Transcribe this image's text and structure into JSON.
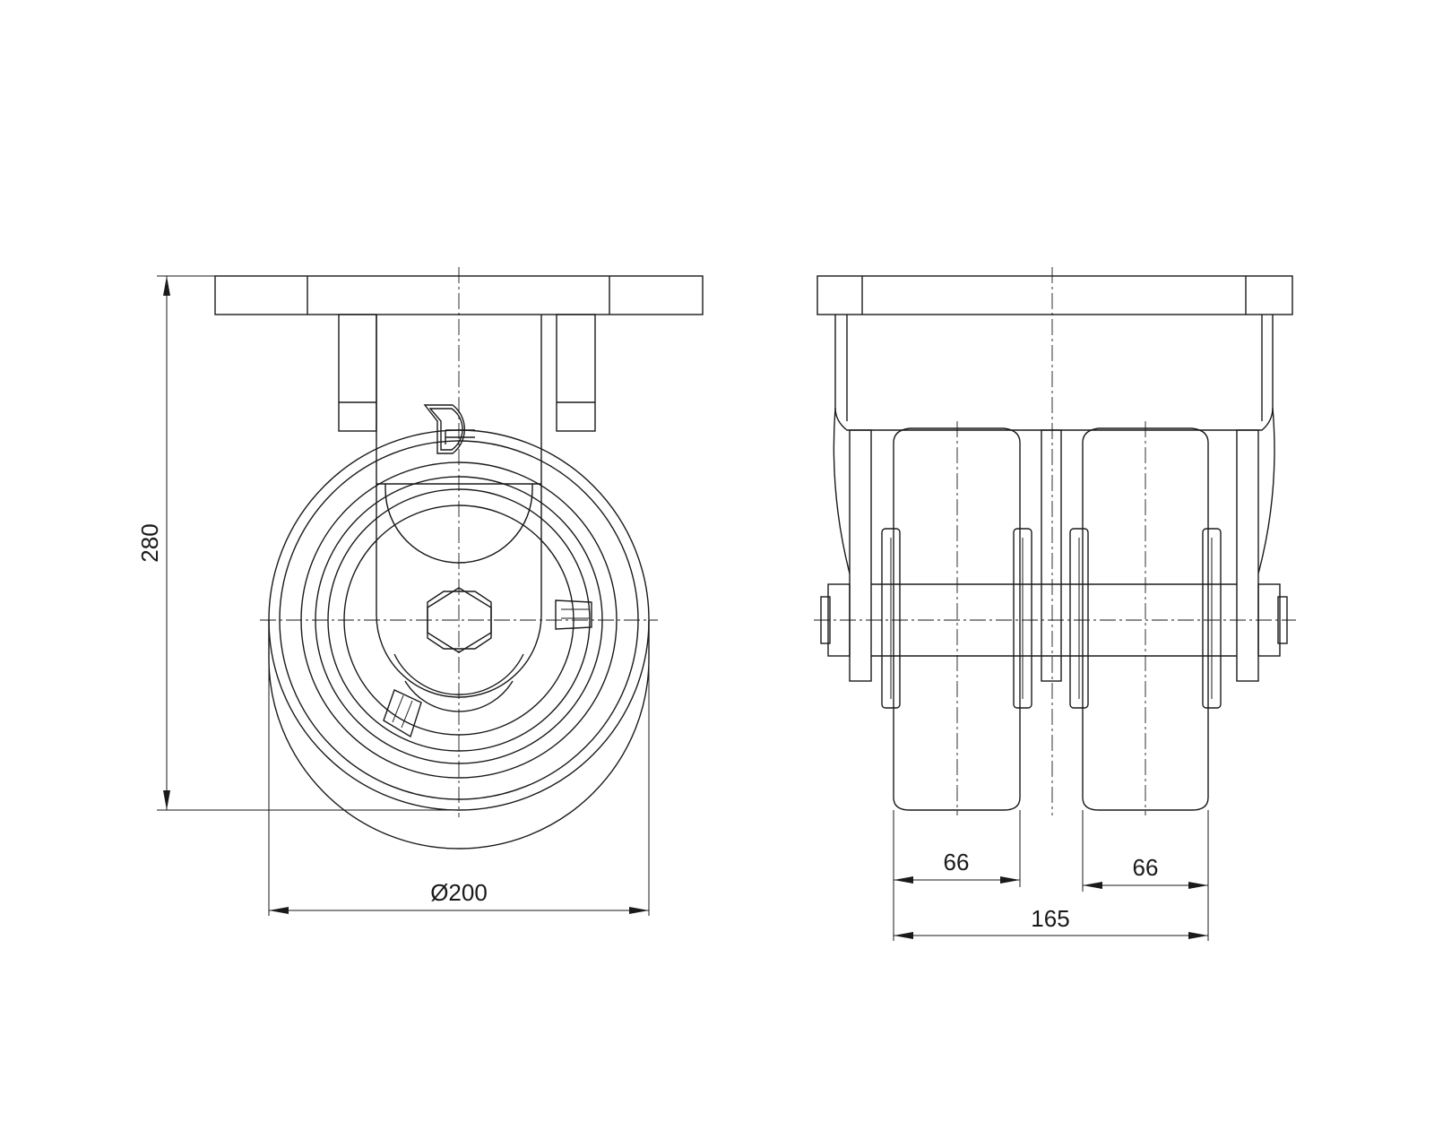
{
  "dimensions": {
    "overall_height": "280",
    "wheel_diameter": "Ø200",
    "left_wheel_width": "66",
    "right_wheel_width": "66",
    "overall_width": "165"
  },
  "colors": {
    "line": "#1a1a1a",
    "background": "#ffffff"
  }
}
